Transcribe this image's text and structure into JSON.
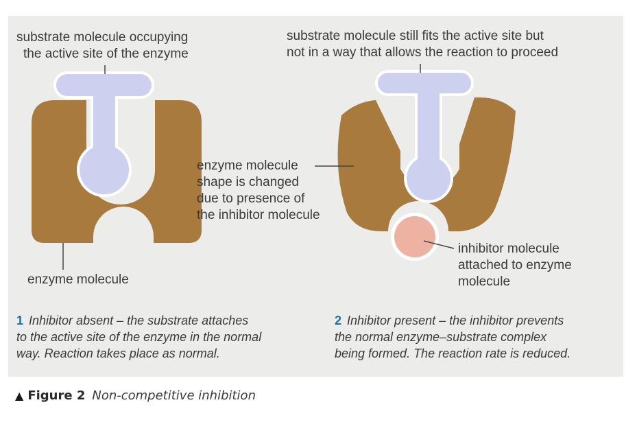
{
  "labels": {
    "left_top": [
      "substrate molecule occupying",
      "the active site of the enzyme"
    ],
    "right_top": [
      "substrate molecule still fits the active site but",
      "not in a way that allows the  reaction to proceed"
    ],
    "middle": [
      "enzyme molecule",
      "shape is changed",
      "due to presence of",
      "the inhibitor molecule"
    ],
    "inhibitor": [
      "inhibitor molecule",
      "attached to enzyme",
      "molecule"
    ],
    "enzyme": "enzyme molecule"
  },
  "captions": {
    "one": {
      "num": "1",
      "lines": [
        "Inhibitor absent – the substrate attaches",
        "to the active site of the enzyme in the normal",
        "way. Reaction takes place as normal."
      ]
    },
    "two": {
      "num": "2",
      "lines": [
        "Inhibitor present – the inhibitor prevents",
        "the normal enzyme–substrate complex",
        "being formed. The reaction rate is reduced."
      ]
    }
  },
  "figure": {
    "marker": "▲",
    "number": "Figure 2",
    "title": "Non-competitive inhibition"
  },
  "colors": {
    "enzyme": "#a87a3e",
    "substrate": "#cdd0ef",
    "inhibitor": "#eeb2a2",
    "panel": "#ececea",
    "caption_number": "#1f6fa8"
  }
}
